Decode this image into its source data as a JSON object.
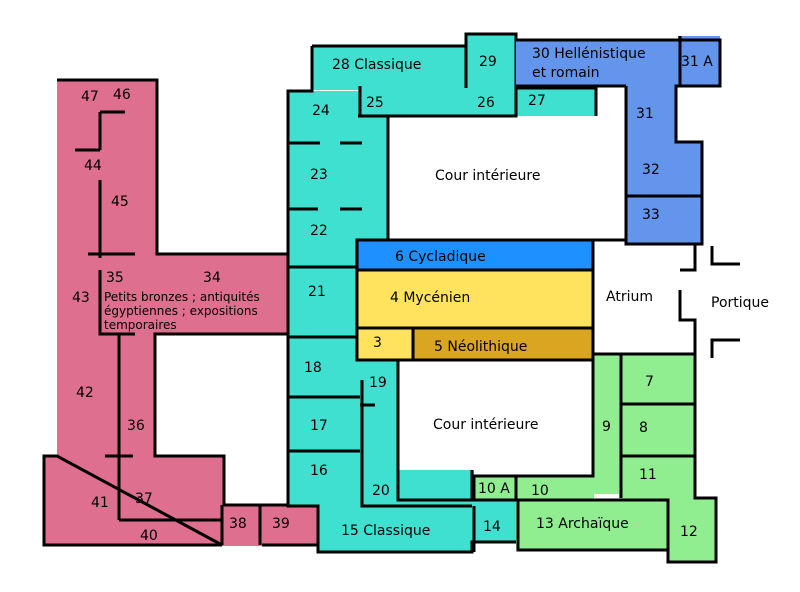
{
  "colors": {
    "prehistoric": "#de6f8f",
    "classical": "#40e0d0",
    "hellenistic": "#6495ed",
    "cycladic": "#1e90ff",
    "mycenaean": "#ffe35e",
    "neolithic": "#daa520",
    "archaic": "#90ee90"
  },
  "rooms": {
    "r3": "3",
    "r4": "4 Mycénien",
    "r5": "5 Néolithique",
    "r6": "6 Cycladique",
    "r7": "7",
    "r8": "8",
    "r9": "9",
    "r10": "10",
    "r10a": "10 A",
    "r11": "11",
    "r12": "12",
    "r13": "13 Archaïque",
    "r14": "14",
    "r15": "15 Classique",
    "r16": "16",
    "r17": "17",
    "r18": "18",
    "r19": "19",
    "r20": "20",
    "r21": "21",
    "r22": "22",
    "r23": "23",
    "r24": "24",
    "r25": "25",
    "r26": "26",
    "r27": "27",
    "r28": "28 Classique",
    "r29": "29",
    "r30_line1": "30 Hellénistique",
    "r30_line2": "et romain",
    "r31": "31",
    "r31a": "31 A",
    "r32": "32",
    "r33": "33",
    "r34": "34",
    "r34_line1": "Petits bronzes ; antiquités",
    "r34_line2": "égyptiennes ; expositions",
    "r34_line3": "temporaires",
    "r35": "35",
    "r36": "36",
    "r37": "37",
    "r38": "38",
    "r39": "39",
    "r40": "40",
    "r41": "41",
    "r42": "42",
    "r43": "43",
    "r44": "44",
    "r45": "45",
    "r46": "46",
    "r47": "47"
  },
  "areas": {
    "courtyard_north": "Cour intérieure",
    "courtyard_south": "Cour intérieure",
    "atrium": "Atrium",
    "portico": "Portique"
  }
}
